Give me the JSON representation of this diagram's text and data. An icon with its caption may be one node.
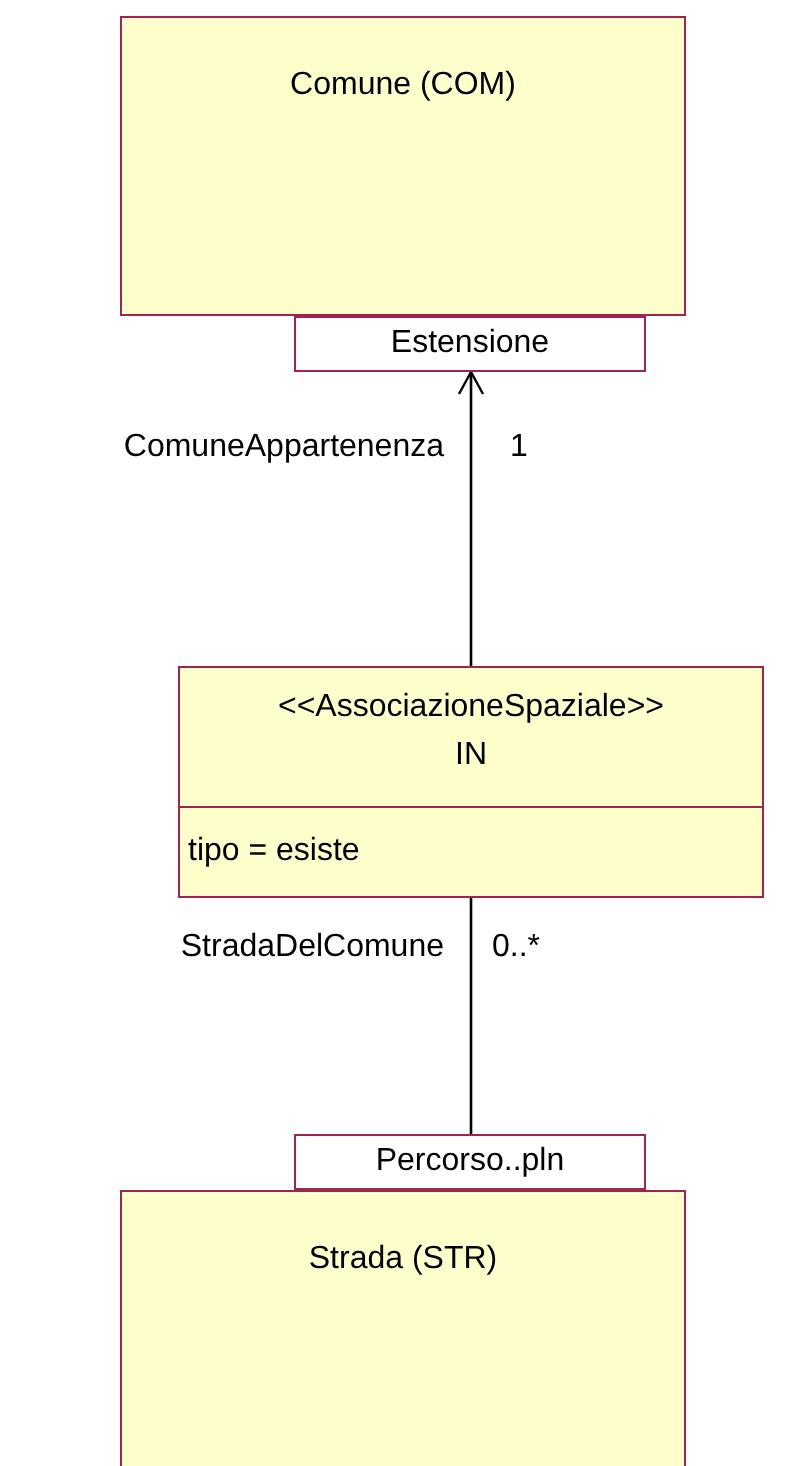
{
  "diagram": {
    "nodes": [
      {
        "text": [
          "Comune (COM)"
        ]
      },
      {
        "text": [
          "Estensione"
        ]
      },
      {
        "text": [
          "<<AssociazioneSpaziale>>",
          "IN",
          "tipo = esiste"
        ]
      },
      {
        "text": [
          "Percorso..pln"
        ]
      },
      {
        "text": [
          "Strada (STR)"
        ]
      }
    ],
    "edges": [
      {
        "from": 2,
        "to": 1,
        "arrow": "to"
      },
      {
        "from": 2,
        "to": 3,
        "arrow": "none"
      }
    ],
    "labels": [
      "ComuneAppartenenza",
      "1",
      "StradaDelComune",
      "0..*"
    ]
  }
}
